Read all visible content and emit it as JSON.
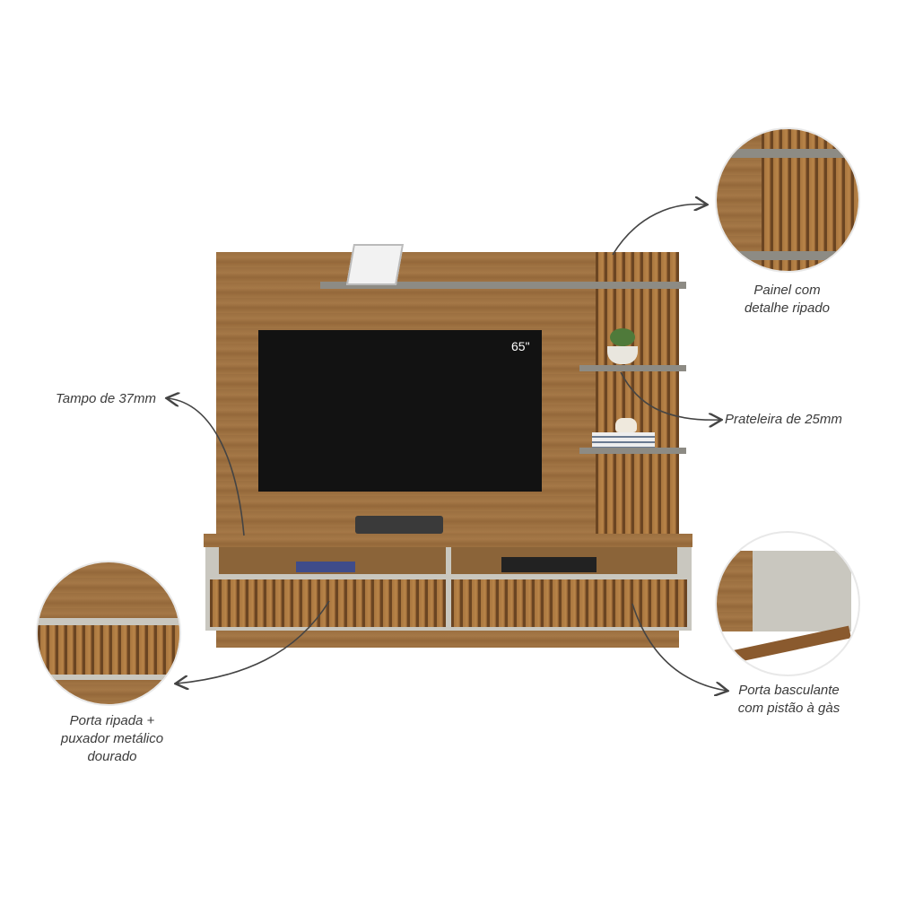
{
  "tv_size_label": "65\"",
  "callouts": {
    "panel": [
      "Painel com",
      "detalhe ripado"
    ],
    "shelf": "Prateleira de 25mm",
    "top": "Tampo de 37mm",
    "door": [
      "Porta ripada +",
      "puxador metálico",
      "dourado"
    ],
    "flap": [
      "Porta basculante",
      "com pistão à gàs"
    ]
  },
  "colors": {
    "wood": "#9b6f40",
    "slat_dark": "#6b4522",
    "shelf_gray": "#8d8b84",
    "frame_gray": "#c9c7bf",
    "tv": "#121212",
    "text": "#3b3b3b"
  }
}
